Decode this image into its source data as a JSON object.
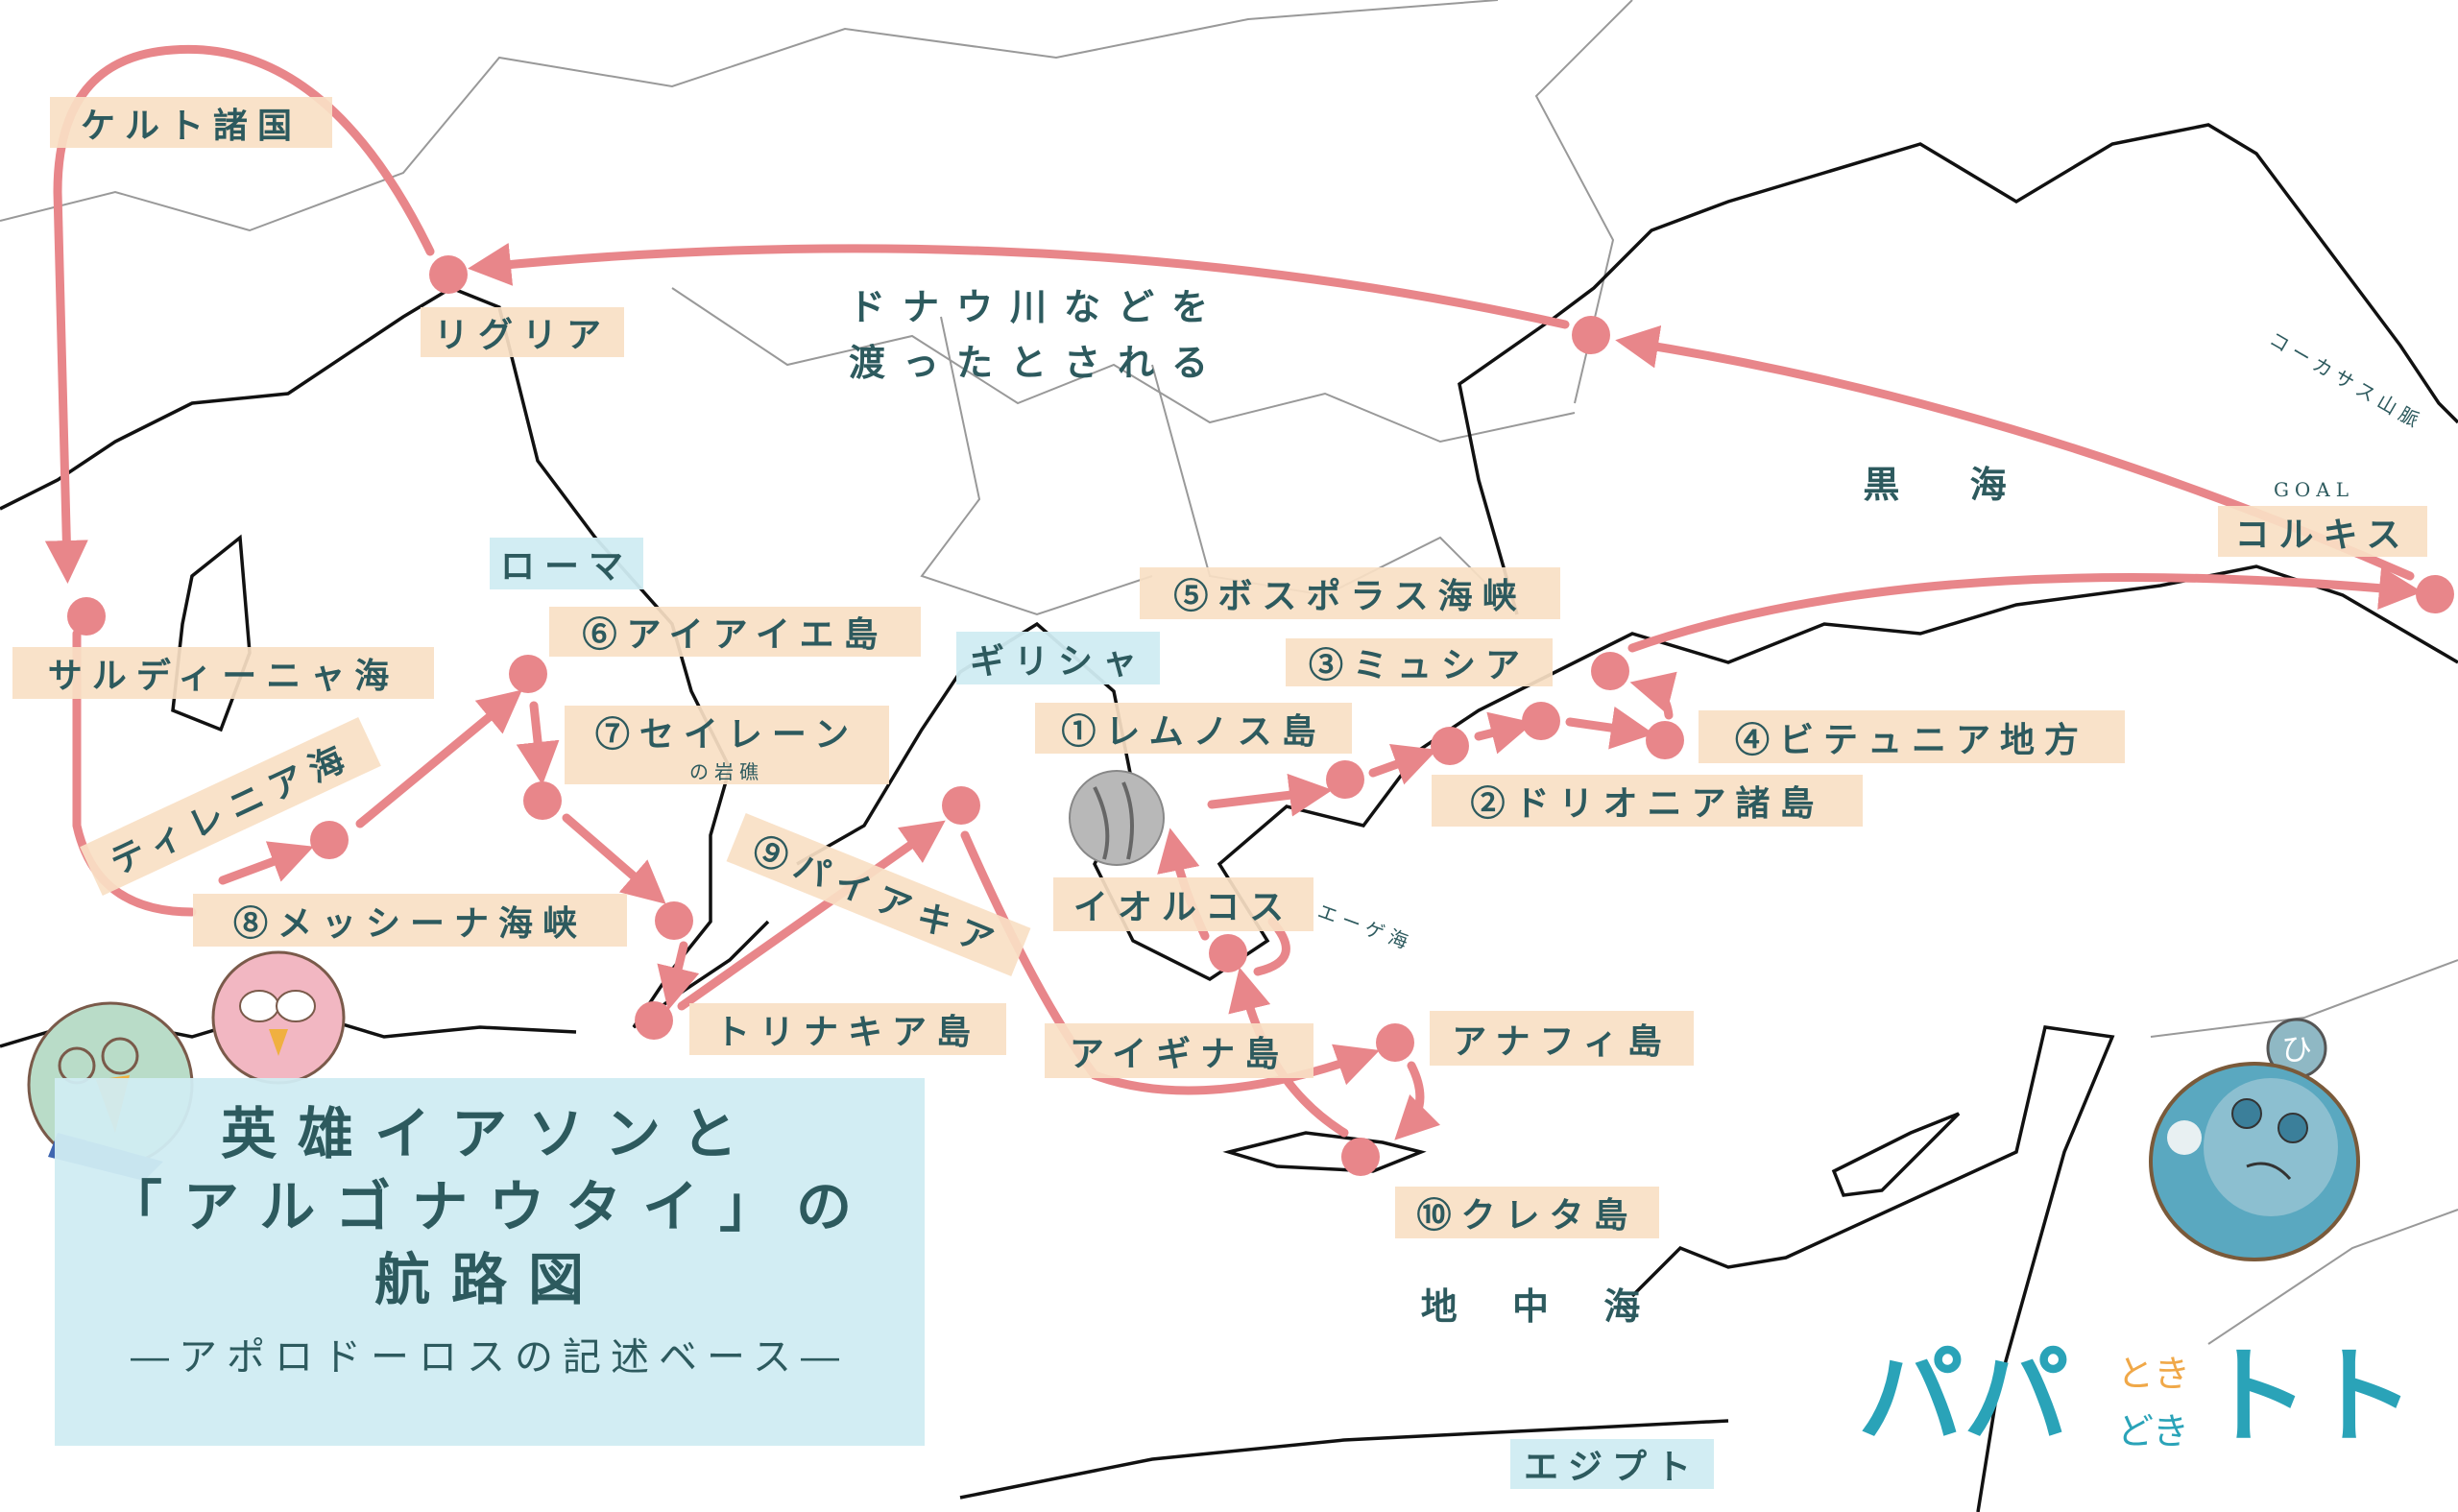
{
  "title": {
    "line1": "英雄イアソンと",
    "line2": "「アルゴナウタイ」の",
    "line3": "航路図",
    "subtitle": "―アポロドーロスの記述ベース―"
  },
  "labels": {
    "celts": "ケルト諸国",
    "liguria": "リグリア",
    "danube1": "ドナウ川などを",
    "danube2": "渡ったとされる",
    "black_sea": "黒 海",
    "caucasus": "コーカサス山脈",
    "goal": "GOAL",
    "colchis": "コルキス",
    "rome": "ローマ",
    "aiaie": "⑥アイアイエ島",
    "greece": "ギリシャ",
    "bosporus": "⑤ボスポラス海峡",
    "mysia": "③ミュシア",
    "lemnos": "①レムノス島",
    "bithynia": "④ビテュニア地方",
    "sirens": "⑦セイレーン",
    "sirens_sub": "の岩礁",
    "sardinia_sea": "サルディーニャ海",
    "tyrrhenian": "ティレニア海",
    "doliones": "②ドリオニア諸島",
    "messina": "⑧メッシーナ海峡",
    "phaeacia": "⑨パイアキア",
    "iolcos": "イオルコス",
    "aegean": "エーゲ海",
    "thrinacia": "トリナキア島",
    "aegina": "アイギナ島",
    "anaphe": "アナフィ島",
    "crete": "⑩クレタ島",
    "mediterranean": "地 中 海",
    "egypt": "エジプト"
  },
  "logo": {
    "main1": "パパ",
    "main2": "トト",
    "sub1": "とき",
    "sub2": "どき"
  },
  "mascot": {
    "hat_letter": "ひ"
  },
  "colors": {
    "route": "#e8868a",
    "label_bg": "#f8e0c4",
    "region_bg": "#d0ecf2",
    "text": "#2d5a5e",
    "logo": "#2aa3b8",
    "logo_accent": "#f0a848"
  }
}
